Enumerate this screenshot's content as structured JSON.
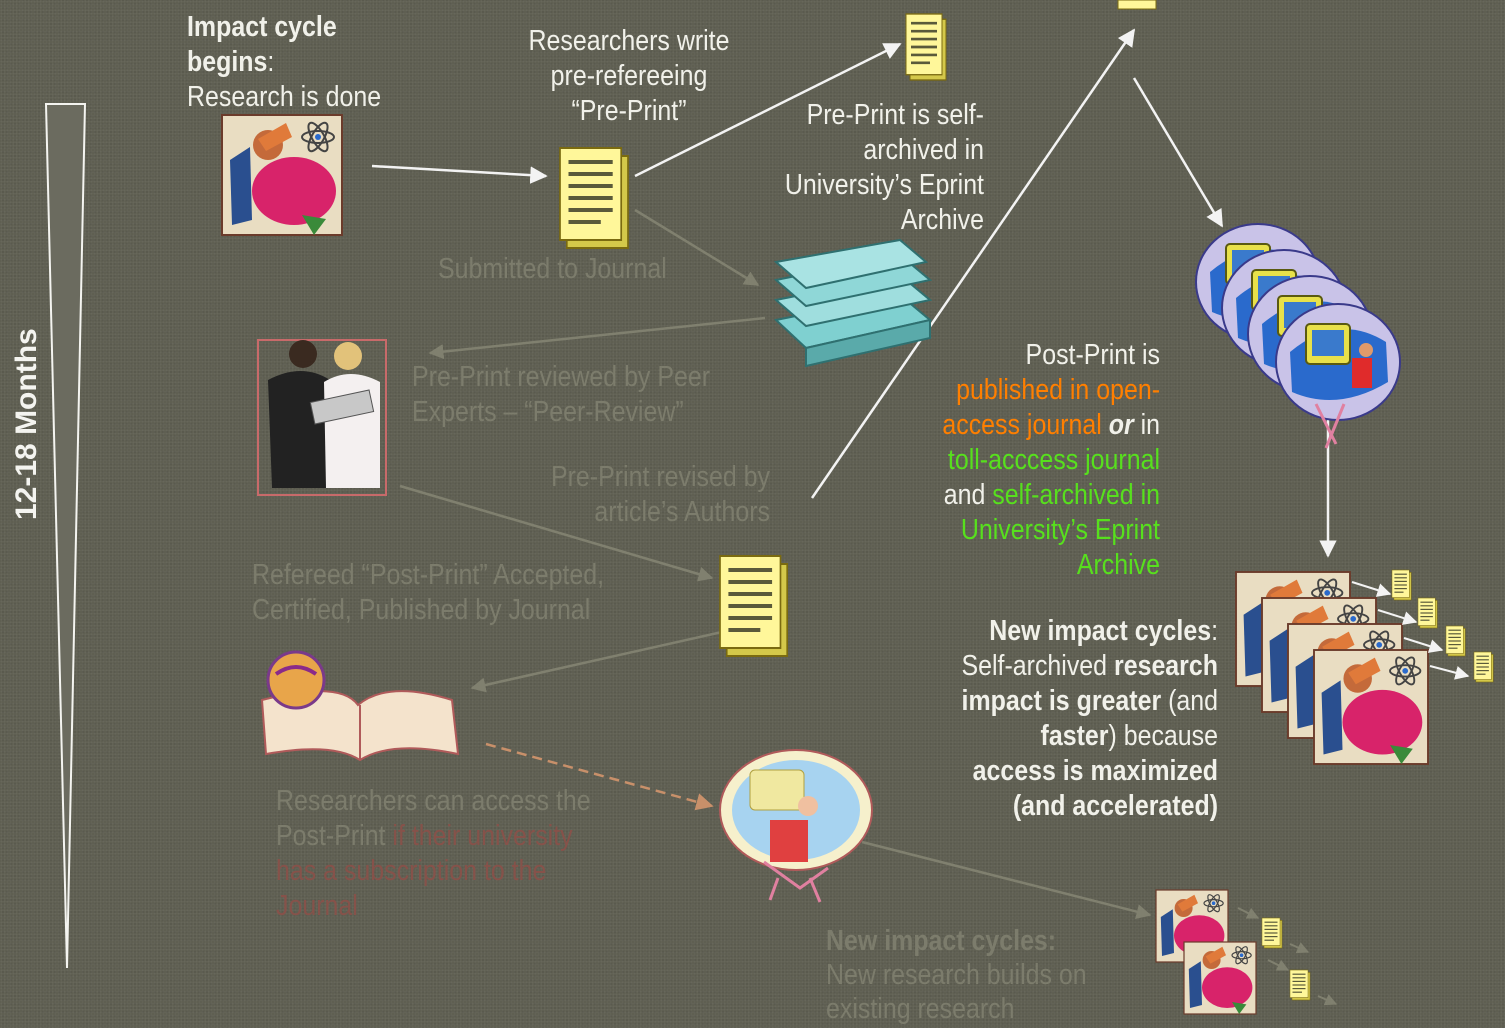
{
  "timeline": {
    "label": "12-18 Months"
  },
  "steps": {
    "begin_head": "Impact cycle",
    "begin_head2": "begins",
    "begin_colon": ":",
    "begin_text": "Research is done",
    "write": [
      "Researchers write",
      "pre-refereeing",
      "“Pre-Print”"
    ],
    "selfarch": [
      "Pre-Print is self-",
      "archived in",
      "University’s Eprint",
      "Archive"
    ],
    "submitted": "Submitted to Journal",
    "reviewed": [
      "Pre-Print reviewed by Peer",
      "Experts – “Peer-Review”"
    ],
    "revised": [
      "Pre-Print revised by",
      "article’s Authors"
    ],
    "refereed": [
      "Refereed “Post-Print” Accepted,",
      "Certified, Published by Journal"
    ],
    "access_line1": "Researchers can access the",
    "access_line2a": "Post-Print ",
    "access_line2b": "if their university",
    "access_line3": "has a subscription to the",
    "access_line4": "Journal",
    "postprint": {
      "l1": "Post-Print is",
      "l2": "published in open-",
      "l3a": "access journal ",
      "l3b": "or",
      "l3c": " in",
      "l4": "toll-acccess journal",
      "l5a": "and ",
      "l5b": "self-archived in",
      "l6": "University’s Eprint",
      "l7": "Archive"
    },
    "newcycle": {
      "l1a": "New impact cycles",
      "l1b": ":",
      "l2a": "Self-archived ",
      "l2b": "research",
      "l3a": "impact is greater ",
      "l3b": "(and",
      "l4a": "faster",
      "l4b": ") because",
      "l5": "access is maximized",
      "l6": "(and accelerated)"
    },
    "bottom_cycle": {
      "l1": "New impact cycles:",
      "l2": "New research builds on",
      "l3": "existing research"
    }
  },
  "icons": [
    "researcher-icon",
    "preprint-document-icon",
    "archived-document-icon",
    "journal-stack-icon",
    "peer-reviewers-icon",
    "postprint-document-icon",
    "open-book-icon",
    "subscription-reader-icon",
    "open-access-readers-icon",
    "new-researchers-icon",
    "bottom-researchers-icon"
  ],
  "colors": {
    "background": "#5f5f52",
    "text": "#f1f1ea",
    "faded_text": "#7c7c6c",
    "faded_red": "#86524a",
    "open_access": "#ff7f00",
    "self_archive": "#57e01d"
  }
}
